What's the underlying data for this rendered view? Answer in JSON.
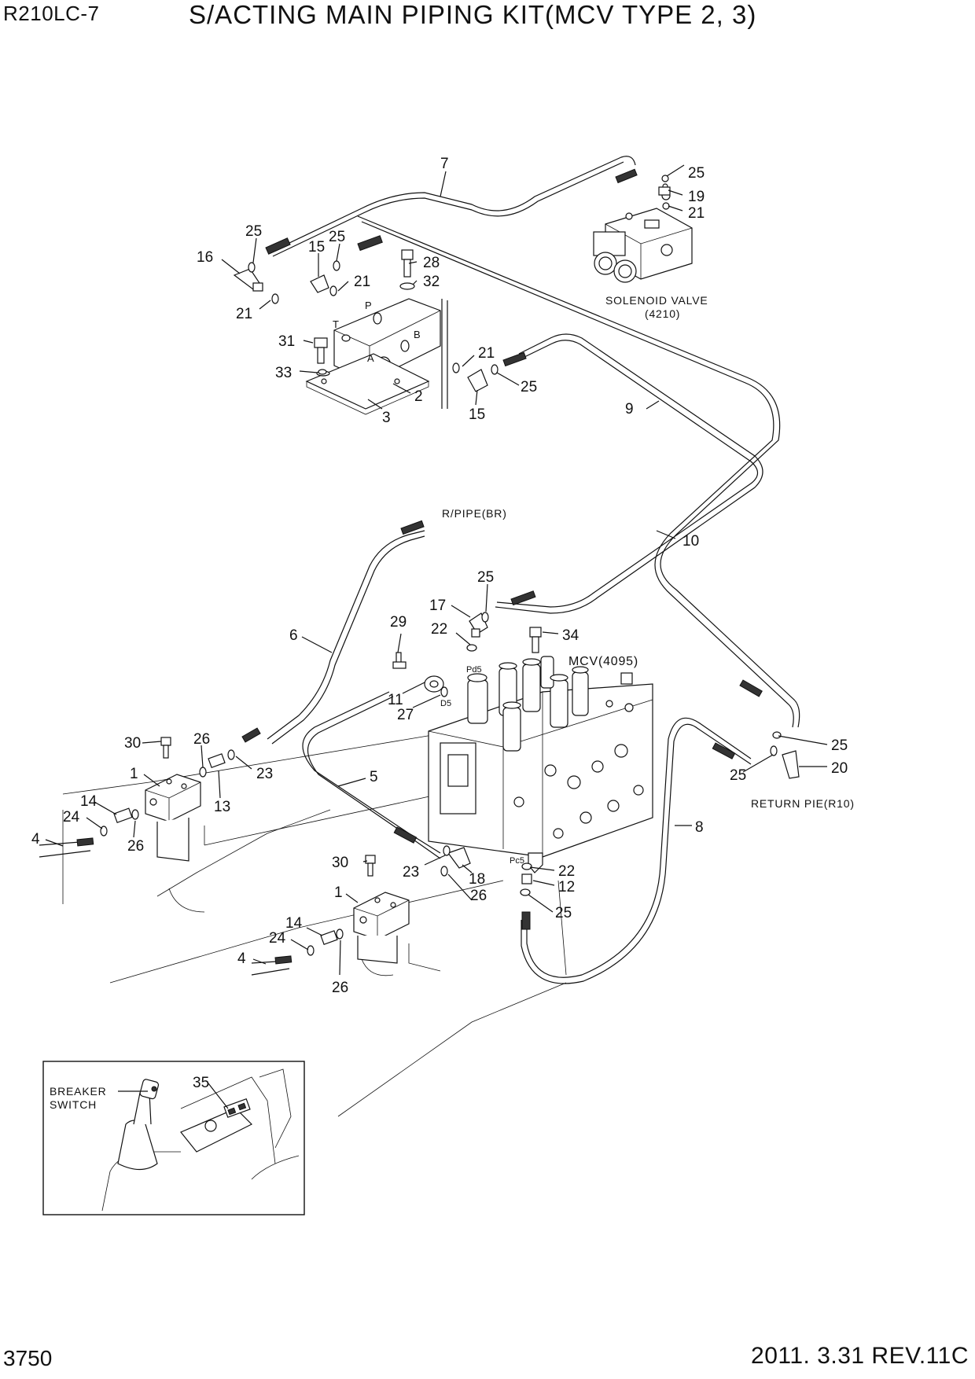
{
  "header": {
    "model": "R210LC-7",
    "title": "S/ACTING MAIN PIPING KIT(MCV TYPE 2, 3)"
  },
  "footer": {
    "page_number": "3750",
    "revision": "2011. 3.31 REV.11C"
  },
  "labels": {
    "solenoid_valve_1": "SOLENOID VALVE",
    "solenoid_valve_2": "(4210)",
    "r_pipe": "R/PIPE(BR)",
    "mcv": "MCV(4095)",
    "return_pipe": "RETURN PIE(R10)",
    "breaker_switch_1": "BREAKER",
    "breaker_switch_2": "SWITCH",
    "port_t": "T",
    "port_p": "P",
    "port_a": "A",
    "port_b": "B",
    "port_pd5": "Pd5",
    "port_d5": "D5",
    "port_pc5": "Pc5"
  },
  "callouts": {
    "c7": "7",
    "c25a": "25",
    "c19": "19",
    "c21a": "21",
    "c25b": "25",
    "c25c": "25",
    "c16": "16",
    "c15a": "15",
    "c28": "28",
    "c21b": "21",
    "c32": "32",
    "c21c": "21",
    "c31": "31",
    "c33": "33",
    "c2": "2",
    "c3": "3",
    "c21d": "21",
    "c25d": "25",
    "c15b": "15",
    "c9": "9",
    "c10": "10",
    "c25e": "25",
    "c17": "17",
    "c22a": "22",
    "c29": "29",
    "c34": "34",
    "c6": "6",
    "c11": "11",
    "c27": "27",
    "c30a": "30",
    "c26a": "26",
    "c1a": "1",
    "c23a": "23",
    "c13": "13",
    "c14a": "14",
    "c24a": "24",
    "c4a": "4",
    "c26b": "26",
    "c5": "5",
    "c25f": "25",
    "c20": "20",
    "c25g": "25",
    "c8": "8",
    "c30b": "30",
    "c23b": "23",
    "c18": "18",
    "c22b": "22",
    "c12": "12",
    "c1b": "1",
    "c26c": "26",
    "c25h": "25",
    "c14b": "14",
    "c24b": "24",
    "c4b": "4",
    "c26d": "26",
    "c35": "35"
  }
}
